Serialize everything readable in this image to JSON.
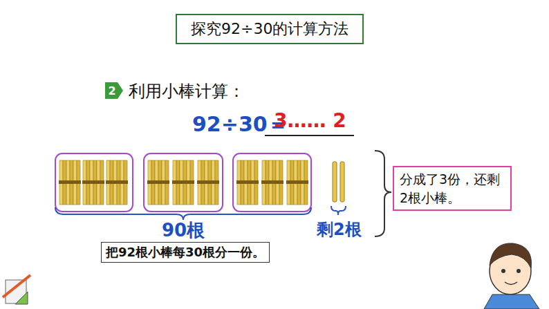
{
  "diagram": {
    "title": "探究92÷30的计算方法",
    "nodes": [
      {
        "text": [
          "2"
        ]
      },
      {
        "text": [
          "分成了3份，还剩2根小棒。"
        ]
      },
      {
        "text": [
          "把92根小棒每30根分一份。"
        ]
      }
    ],
    "labels": [
      "利用小棒计算：",
      "92÷30＝",
      "3…… 2",
      "90根",
      "剩2根"
    ]
  }
}
